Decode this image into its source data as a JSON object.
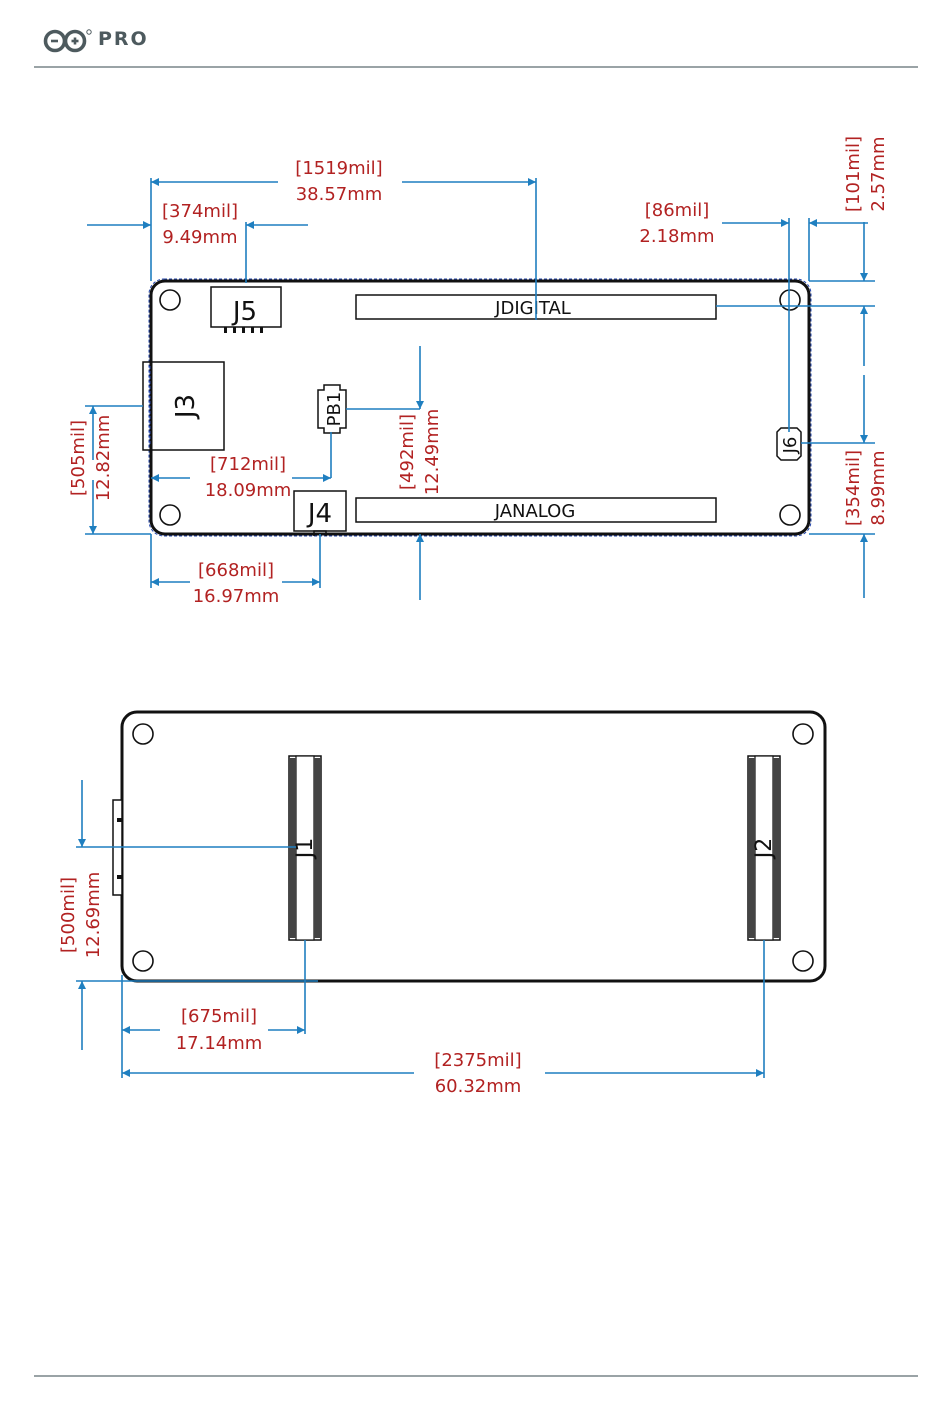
{
  "header": {
    "brand": "PRO",
    "logo_icon": "arduino-infinity-logo-icon"
  },
  "top_view": {
    "connectors": {
      "jdigital": "JDIGITAL",
      "janalog": "JANALOG",
      "j3": "J3",
      "j4": "J4",
      "j5": "J5",
      "j6": "J6",
      "pb1": "PB1"
    },
    "dimensions": {
      "d1519": {
        "mil": "[1519mil]",
        "mm": "38.57mm"
      },
      "d374": {
        "mil": "[374mil]",
        "mm": "9.49mm"
      },
      "d86": {
        "mil": "[86mil]",
        "mm": "2.18mm"
      },
      "d101": {
        "mil": "[101mil]",
        "mm": "2.57mm"
      },
      "d505": {
        "mil": "[505mil]",
        "mm": "12.82mm"
      },
      "d712": {
        "mil": "[712mil]",
        "mm": "18.09mm"
      },
      "d492": {
        "mil": "[492mil]",
        "mm": "12.49mm"
      },
      "d668": {
        "mil": "[668mil]",
        "mm": "16.97mm"
      },
      "d354": {
        "mil": "[354mil]",
        "mm": "8.99mm"
      }
    }
  },
  "bottom_view": {
    "connectors": {
      "j1": "J1",
      "j2": "J2"
    },
    "dimensions": {
      "d500": {
        "mil": "[500mil]",
        "mm": "12.69mm"
      },
      "d675": {
        "mil": "[675mil]",
        "mm": "17.14mm"
      },
      "d2375": {
        "mil": "[2375mil]",
        "mm": "60.32mm"
      }
    }
  },
  "colors": {
    "dimension_text": "#b22222",
    "dimension_line": "#1f7fc0",
    "outline": "#111111",
    "rule": "#9aa3a6"
  }
}
